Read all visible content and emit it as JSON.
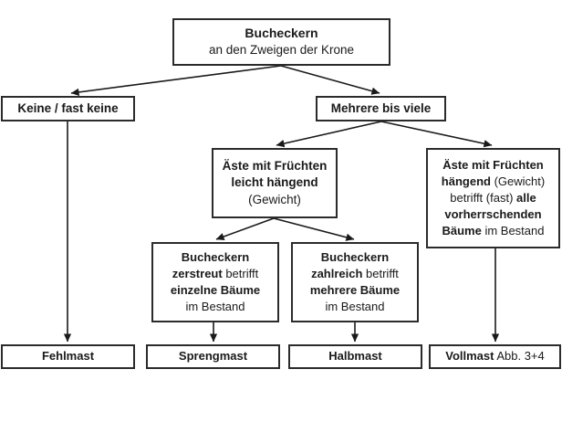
{
  "diagram": {
    "type": "flowchart",
    "title": "Buchecken Mastbonitur Entscheidungsbaum",
    "colors": {
      "border": "#2b2b2b",
      "background": "#ffffff",
      "text": "#1a1a1a",
      "connector": "#1a1a1a"
    },
    "nodes": {
      "root": {
        "line1": "Bucheckern",
        "line2": "an den Zweigen der Krone"
      },
      "none": {
        "label": "Keine / fast keine"
      },
      "many": {
        "label": "Mehrere bis viele"
      },
      "light": {
        "line1": "Äste mit Früchten",
        "line2": "leicht hängend",
        "line3": "(Gewicht)"
      },
      "hanging": {
        "line1_bold": "Äste mit Früchten",
        "line2_bold": "hängend",
        "line2_rest": " (Gewicht)",
        "line3_rest": "betrifft (fast) ",
        "line3_bold": "alle",
        "line4_bold": "vorherrschenden",
        "line5_bold": "Bäume",
        "line5_rest": " im Bestand"
      },
      "scattered": {
        "line1_bold": "Bucheckern",
        "line2_bold": "zerstreut",
        "line2_rest": " betrifft",
        "line3_bold": "einzelne Bäume",
        "line4_rest": "im Bestand"
      },
      "numerous": {
        "line1_bold": "Bucheckern",
        "line2_bold": "zahlreich",
        "line2_rest": " betrifft",
        "line3_bold": "mehrere Bäume",
        "line4_rest": "im Bestand"
      },
      "fehlmast": {
        "label": "Fehlmast"
      },
      "sprengmast": {
        "label": "Sprengmast"
      },
      "halbmast": {
        "label": "Halbmast"
      },
      "vollmast": {
        "label_bold": "Vollmast",
        "label_rest": " Abb. 3+4"
      }
    },
    "edges": [
      {
        "from": "root",
        "to": "none"
      },
      {
        "from": "root",
        "to": "many"
      },
      {
        "from": "many",
        "to": "light"
      },
      {
        "from": "many",
        "to": "hanging"
      },
      {
        "from": "light",
        "to": "scattered"
      },
      {
        "from": "light",
        "to": "numerous"
      },
      {
        "from": "none",
        "to": "fehlmast"
      },
      {
        "from": "scattered",
        "to": "sprengmast"
      },
      {
        "from": "numerous",
        "to": "halbmast"
      },
      {
        "from": "hanging",
        "to": "vollmast"
      }
    ]
  }
}
